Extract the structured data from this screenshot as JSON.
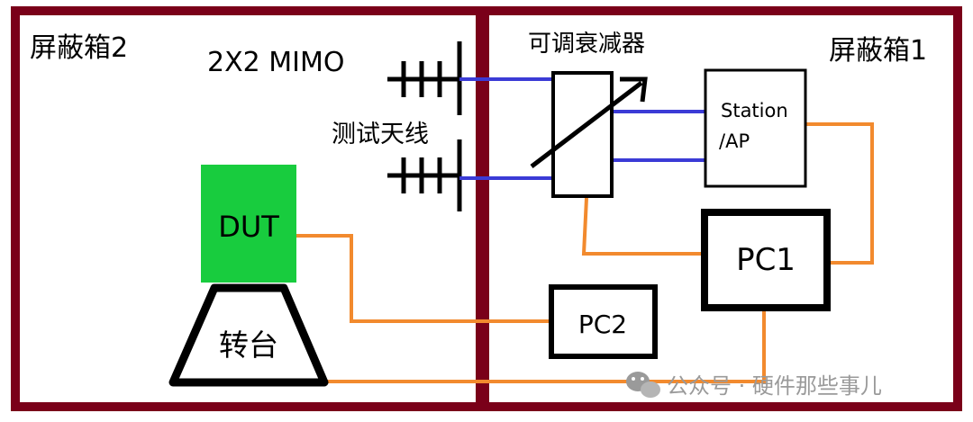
{
  "colors": {
    "border": "#7a0019",
    "rf_line": "#3b3bd6",
    "cable": "#f28a2e",
    "dut_fill": "#18cc3e",
    "box_stroke": "#000000",
    "watermark": "#9a9a9a"
  },
  "shield_box_left": {
    "label": "屏蔽箱2"
  },
  "shield_box_right": {
    "label": "屏蔽箱1"
  },
  "antenna": {
    "mimo_label": "2X2 MIMO",
    "label": "测试天线"
  },
  "attenuator": {
    "label": "可调衰减器"
  },
  "station": {
    "line1": "Station",
    "line2": "/AP"
  },
  "dut": {
    "label": "DUT"
  },
  "turntable": {
    "label": "转台"
  },
  "pc1": {
    "label": "PC1"
  },
  "pc2": {
    "label": "PC2"
  },
  "watermark": {
    "text": "公众号 · 硬件那些事儿",
    "icon": "wechat-icon"
  }
}
